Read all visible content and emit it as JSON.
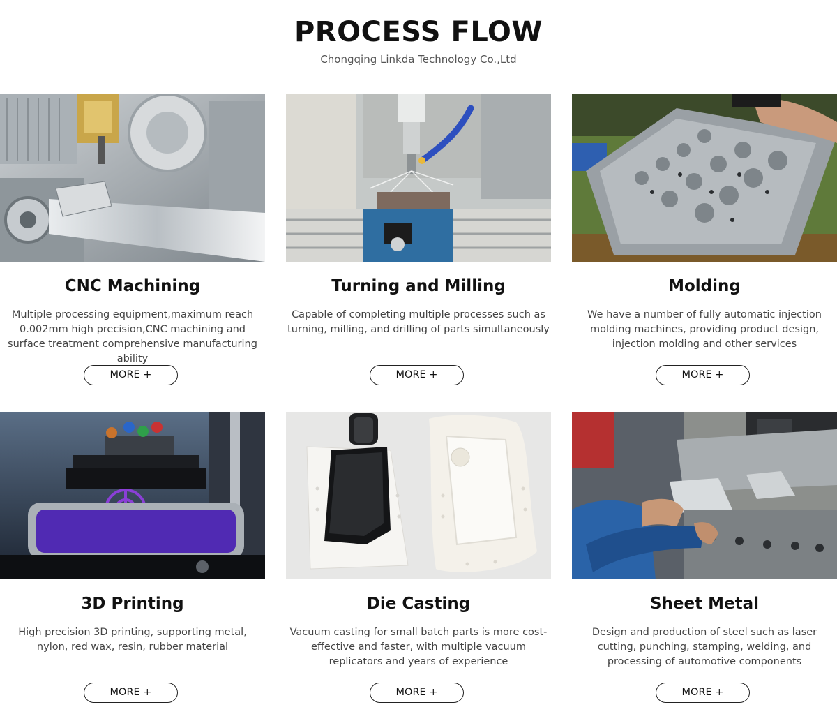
{
  "header": {
    "title": "PROCESS FLOW",
    "subtitle": "Chongqing Linkda Technology Co.,Ltd"
  },
  "cards": [
    {
      "title": "CNC Machining",
      "description": "Multiple processing equipment,maximum reach 0.002mm high precision,CNC machining and surface treatment comprehensive manufacturing ability",
      "button": "MORE +",
      "image": "cnc-machine-photo"
    },
    {
      "title": "Turning and Milling",
      "description": "Capable of completing multiple processes such as turning, milling, and drilling of parts simultaneously",
      "button": "MORE +",
      "image": "milling-machine-photo"
    },
    {
      "title": "Molding",
      "description": "We have a number of fully automatic injection molding machines, providing product design, injection molding and other services",
      "button": "MORE +",
      "image": "injection-mold-photo"
    },
    {
      "title": "3D Printing",
      "description": "High precision 3D printing, supporting metal, nylon, red wax, resin, rubber material",
      "button": "MORE +",
      "image": "resin-3d-printer-photo"
    },
    {
      "title": "Die Casting",
      "description": "Vacuum casting for small batch parts is more cost-effective and faster, with multiple vacuum replicators and years of experience",
      "button": "MORE +",
      "image": "silicone-mold-casting-photo"
    },
    {
      "title": "Sheet Metal",
      "description": "Design and production of  steel such as laser cutting, punching, stamping, welding, and processing of automotive components",
      "button": "MORE +",
      "image": "press-brake-photo"
    }
  ]
}
